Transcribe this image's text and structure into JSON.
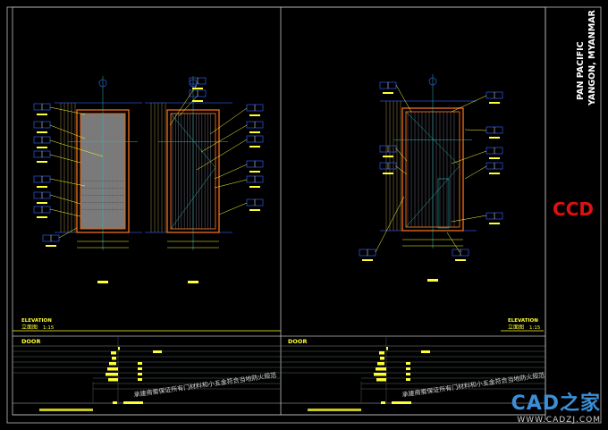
{
  "title_block": {
    "project_line1": "PAN PACIFIC",
    "project_line2": "YANGON, MYANMAR",
    "logo_text": "CCD",
    "logo_color": "#e01010"
  },
  "left_sheet": {
    "elevation_en": "ELEVATION",
    "elevation_cn": "立面图",
    "scale": "1:15",
    "schedule_title": "DOOR",
    "note": "承建商需保证所有门材料和小五金符合当地防火规范"
  },
  "right_sheet": {
    "elevation_en": "ELEVATION",
    "elevation_cn": "立面图",
    "scale": "1:15",
    "schedule_title": "DOOR",
    "note": "承建商需保证所有门材料和小五金符合当地防火规范"
  },
  "watermark": {
    "brand": "CAD之家",
    "url": "WWW.CADZJ.COM"
  },
  "colors": {
    "background": "#000000",
    "frame": "#d0d0d0",
    "annotation": "#ffff33",
    "tag": "#2a4fd0",
    "door_frame": "#e0661a",
    "center_line": "#2ab8b8"
  }
}
